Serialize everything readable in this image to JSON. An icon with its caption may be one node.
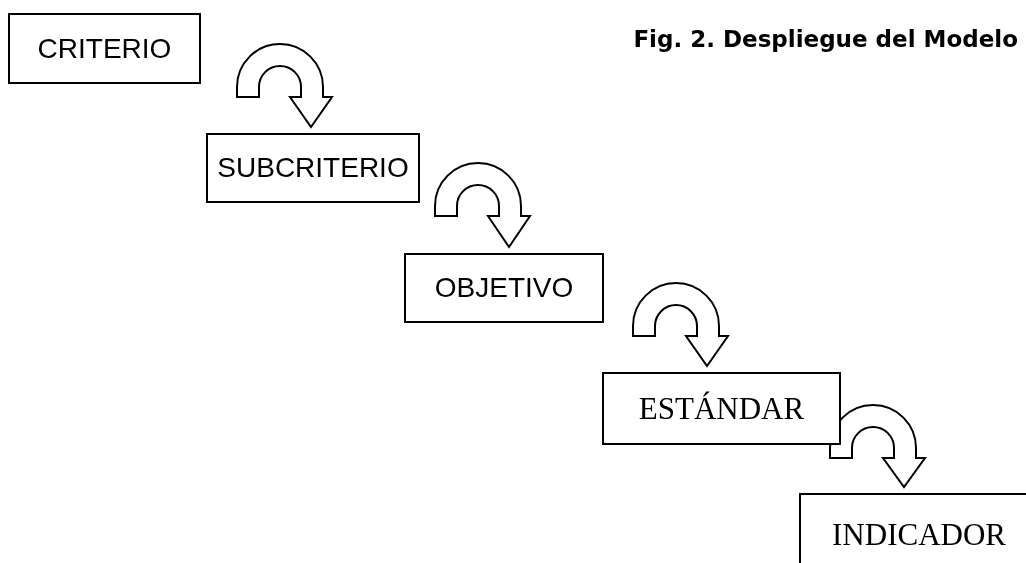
{
  "diagram": {
    "title": "Fig. 2. Despliegue del Modelo",
    "nodes": [
      {
        "text": [
          "CRITERIO"
        ]
      },
      {
        "text": [
          "SUBCRITERIO"
        ]
      },
      {
        "text": [
          "OBJETIVO"
        ]
      },
      {
        "text": [
          "ESTÁNDAR"
        ]
      },
      {
        "text": [
          "INDICADOR"
        ]
      }
    ],
    "edges": [
      {
        "from": 0,
        "to": 1,
        "arrow": "to"
      },
      {
        "from": 1,
        "to": 2,
        "arrow": "to"
      },
      {
        "from": 2,
        "to": 3,
        "arrow": "to"
      },
      {
        "from": 3,
        "to": 4,
        "arrow": "to"
      }
    ]
  }
}
